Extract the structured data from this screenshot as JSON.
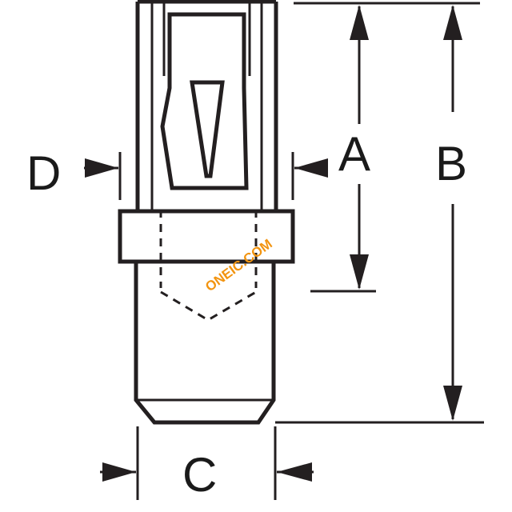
{
  "drawing": {
    "dimension_labels": {
      "a": "A",
      "b": "B",
      "c": "C",
      "d": "D"
    },
    "watermark": "ONEIC.COM",
    "colors": {
      "line": "#231f20",
      "background": "#ffffff",
      "watermark": "#f29410"
    }
  }
}
